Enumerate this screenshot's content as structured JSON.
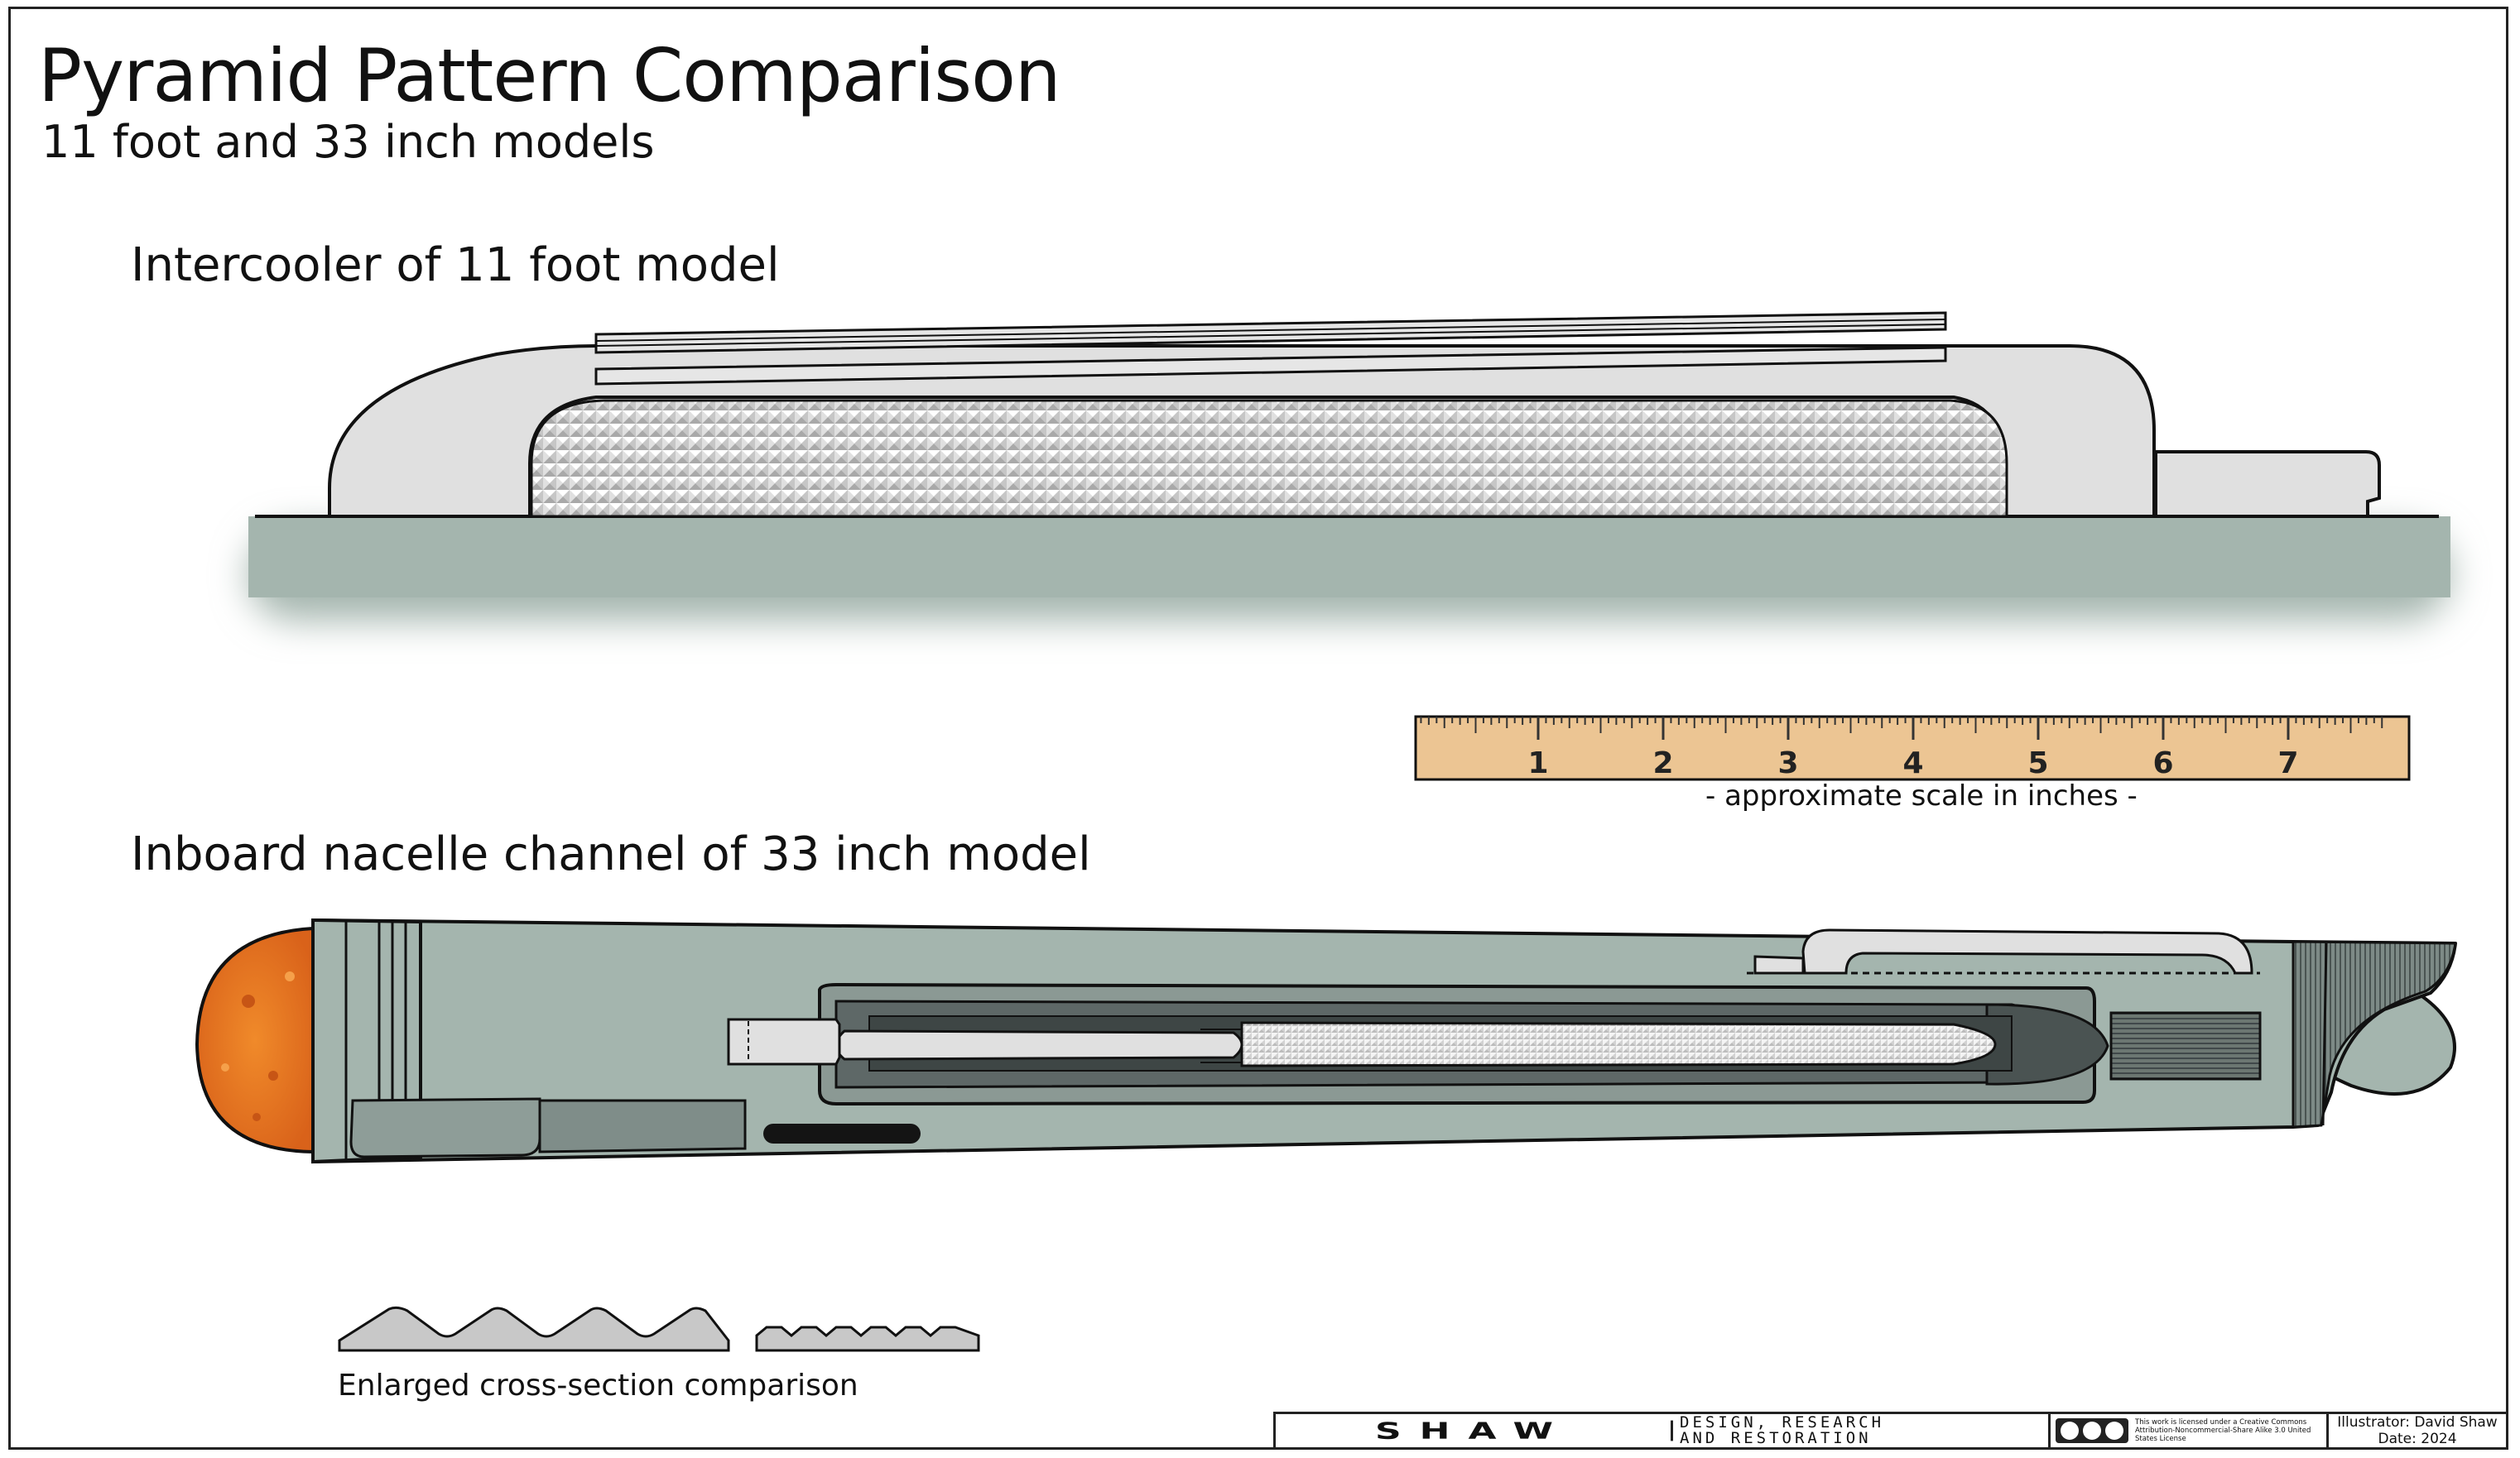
{
  "title": "Pyramid Pattern Comparison",
  "subtitle": "11 foot and 33 inch models",
  "section_intercooler": "Intercooler of 11 foot model",
  "section_nacelle": "Inboard nacelle channel of 33 inch model",
  "ruler": {
    "numbers": [
      "1",
      "2",
      "3",
      "4",
      "5",
      "6",
      "7"
    ],
    "caption": "- approximate scale in inches -"
  },
  "cross_section_caption": "Enlarged cross-section comparison",
  "titleblock": {
    "logo": "SHAW",
    "company_line1": "DESIGN, RESEARCH",
    "company_line2": "AND RESTORATION",
    "license_text": "This work is licensed under a Creative Commons Attribution-Noncommercial-Share Alike 3.0 United States License",
    "illustrator": "Illustrator: David Shaw",
    "date": "Date: 2024"
  },
  "colors": {
    "hull": "#a4b5ae",
    "part_light": "#e0e0e0",
    "ruler": "#ecc593",
    "orange_cap": "#e8761c",
    "cross_section": "#c8c8c8"
  }
}
